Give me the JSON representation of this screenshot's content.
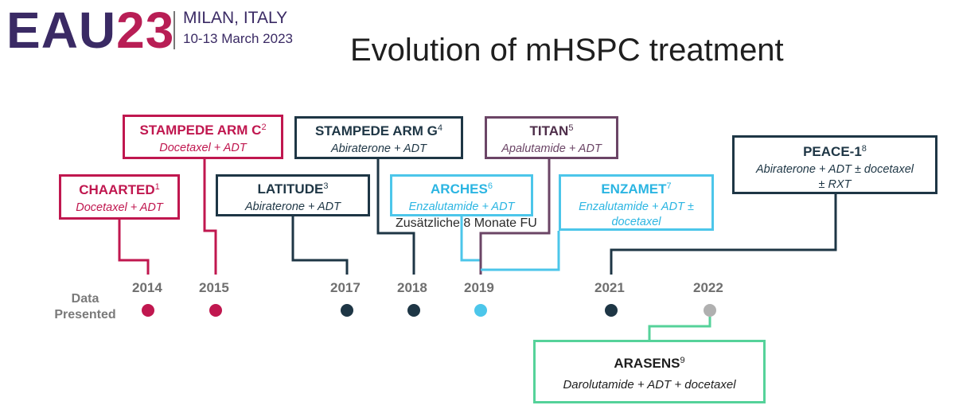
{
  "header": {
    "logo_text": "EAU",
    "logo_year": "23",
    "location": "MILAN, ITALY",
    "dates": "10-13 March 2023",
    "title": "Evolution of mHSPC treatment"
  },
  "axis_label": [
    "Data",
    "Presented"
  ],
  "overlay_caption": "Zusätzliche 8 Monate FU",
  "years": [
    "2014",
    "2015",
    "2017",
    "2018",
    "2019",
    "2021",
    "2022"
  ],
  "colors": {
    "magenta": "#c0174f",
    "navy": "#1e3645",
    "cyan": "#4cc6ea",
    "plum": "#6b4566",
    "green": "#55d29a",
    "gray": "#b0b0b0"
  },
  "trials": {
    "chaarted": {
      "name": "CHAARTED",
      "ref": "1",
      "drug": "Docetaxel + ADT",
      "year": "2014"
    },
    "stampede_c": {
      "name": "STAMPEDE ARM C",
      "ref": "2",
      "drug": "Docetaxel + ADT",
      "year": "2015"
    },
    "latitude": {
      "name": "LATITUDE",
      "ref": "3",
      "drug": "Abiraterone + ADT",
      "year": "2017"
    },
    "stampede_g": {
      "name": "STAMPEDE ARM G",
      "ref": "4",
      "drug": "Abiraterone + ADT",
      "year": "2018"
    },
    "arches": {
      "name": "ARCHES",
      "ref": "6",
      "drug": "Enzalutamide + ADT",
      "year": "2019"
    },
    "titan": {
      "name": "TITAN",
      "ref": "5",
      "drug": "Apalutamide + ADT",
      "year": "2019"
    },
    "enzamet": {
      "name": "ENZAMET",
      "ref": "7",
      "drug_line1": "Enzalutamide + ADT ±",
      "drug_line2": "docetaxel",
      "year": "2019"
    },
    "peace1": {
      "name": "PEACE-1",
      "ref": "8",
      "drug_line1": "Abiraterone + ADT ± docetaxel",
      "drug_line2": "± RXT",
      "year": "2021"
    },
    "arasens": {
      "name": "ARASENS",
      "ref": "9",
      "drug": "Darolutamide + ADT + docetaxel",
      "year": "2022"
    }
  }
}
